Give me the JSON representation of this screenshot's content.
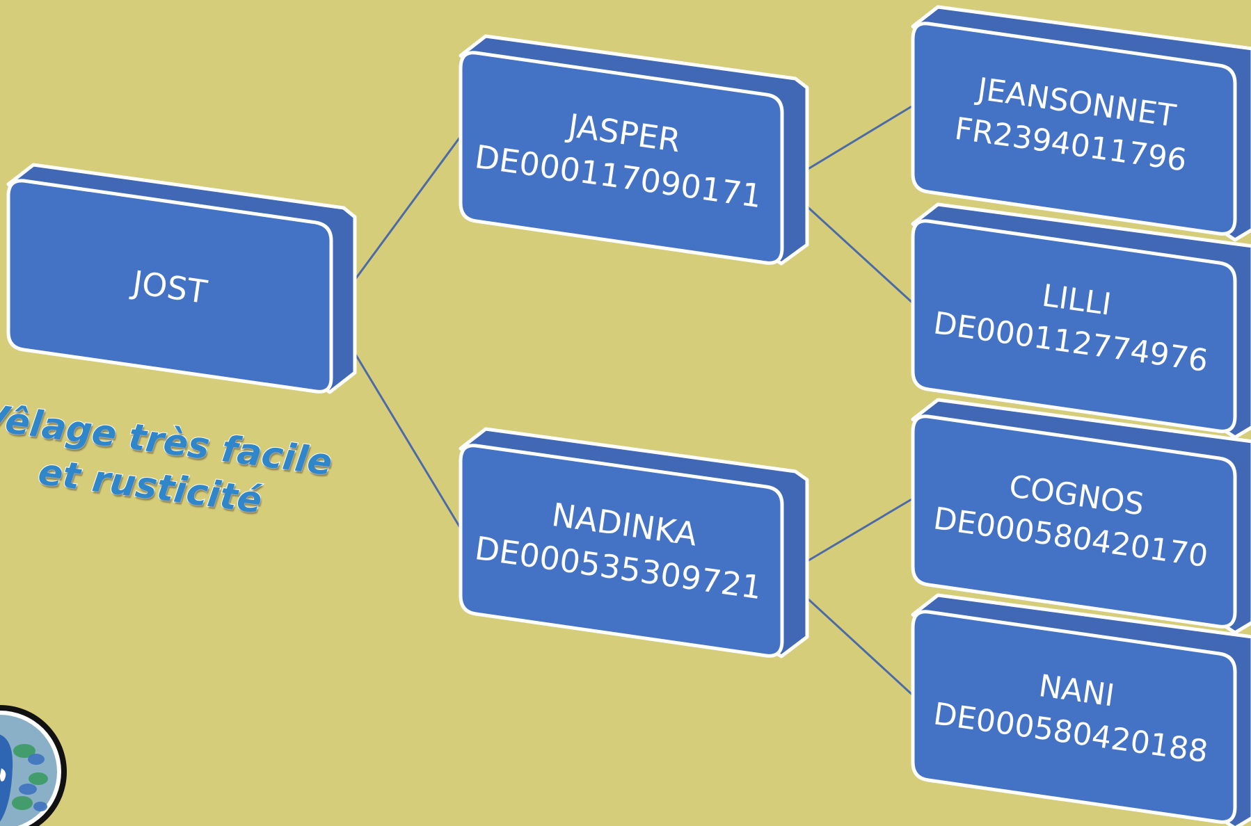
{
  "diagram": {
    "root": {
      "name": "JOST"
    },
    "parents": [
      {
        "name": "JASPER",
        "code": "DE000117090171",
        "parents": [
          {
            "name": "JEANSONNET",
            "code": "FR2394011796"
          },
          {
            "name": "LILLI",
            "code": "DE000112774976"
          }
        ]
      },
      {
        "name": "NADINKA",
        "code": "DE000535309721",
        "parents": [
          {
            "name": "COGNOS",
            "code": "DE000580420170"
          },
          {
            "name": "NANI",
            "code": "DE000580420188"
          }
        ]
      }
    ]
  },
  "tagline": {
    "line1": "Vêlage très facile",
    "line2": "et rusticité"
  },
  "colors": {
    "background": "#d6cd7a",
    "tile_face": "#4472c4",
    "tile_side": "#4068b4",
    "tile_border": "#ffffff",
    "connector": "#4a6aa8",
    "tagline": "#2f86c9"
  },
  "logo": {
    "icon": "breed-globe-logo"
  }
}
